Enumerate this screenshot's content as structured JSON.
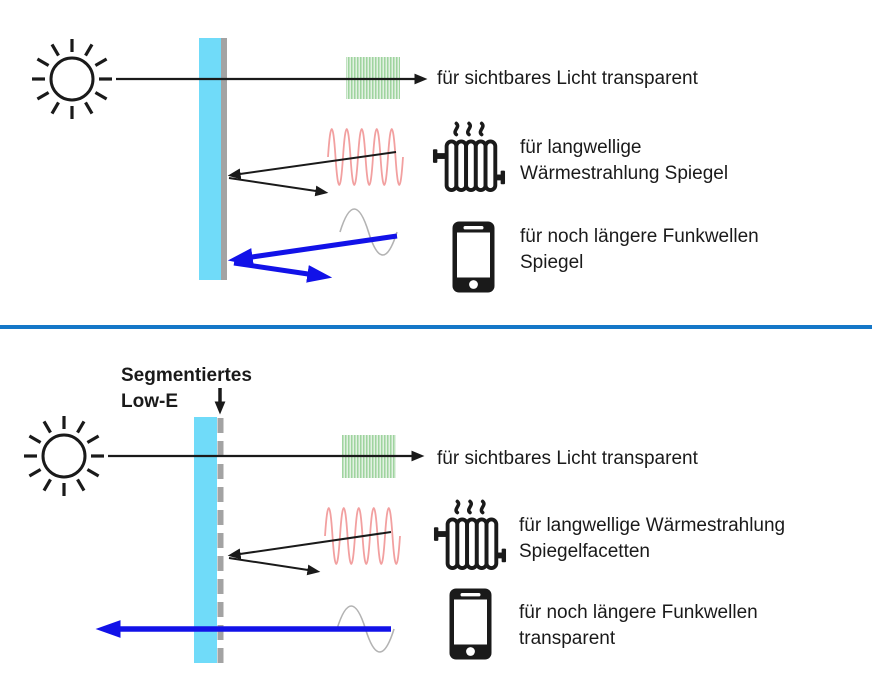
{
  "colors": {
    "ink": "#1a1a1a",
    "glass_cyan": "#70dbf9",
    "coating_gray": "#a3a3a3",
    "light_green": "#9fd49f",
    "light_green_bg": "#e2f1e2",
    "heat_red": "#f2a0a0",
    "radio_gray": "#b3b3b3",
    "radio_blue": "#1212e8",
    "divider_blue": "#1577c8"
  },
  "top_panel": {
    "visible_row": {
      "label": "für sichtbares Licht transparent"
    },
    "heat_row": {
      "line1": "für langwellige",
      "line2": "Wärmestrahlung Spiegel"
    },
    "radio_row": {
      "line1": "für noch längere Funkwellen",
      "line2": "Spiegel"
    }
  },
  "bottom_panel": {
    "coating_callout": {
      "line1": "Segmentiertes",
      "line2": "Low-E"
    },
    "visible_row": {
      "label": "für sichtbares Licht transparent"
    },
    "heat_row": {
      "line1": "für langwellige Wärmestrahlung",
      "line2": "Spiegelfacetten"
    },
    "radio_row": {
      "line1": "für noch längere Funkwellen",
      "line2": "transparent"
    }
  },
  "icons": {
    "sun": "sun-icon",
    "radiator": "radiator-icon",
    "smartphone": "smartphone-icon",
    "visible_light_band": "visible-light-stripe-band",
    "heat_wave": "heat-radiation-wave",
    "radio_wave": "radio-wave"
  }
}
